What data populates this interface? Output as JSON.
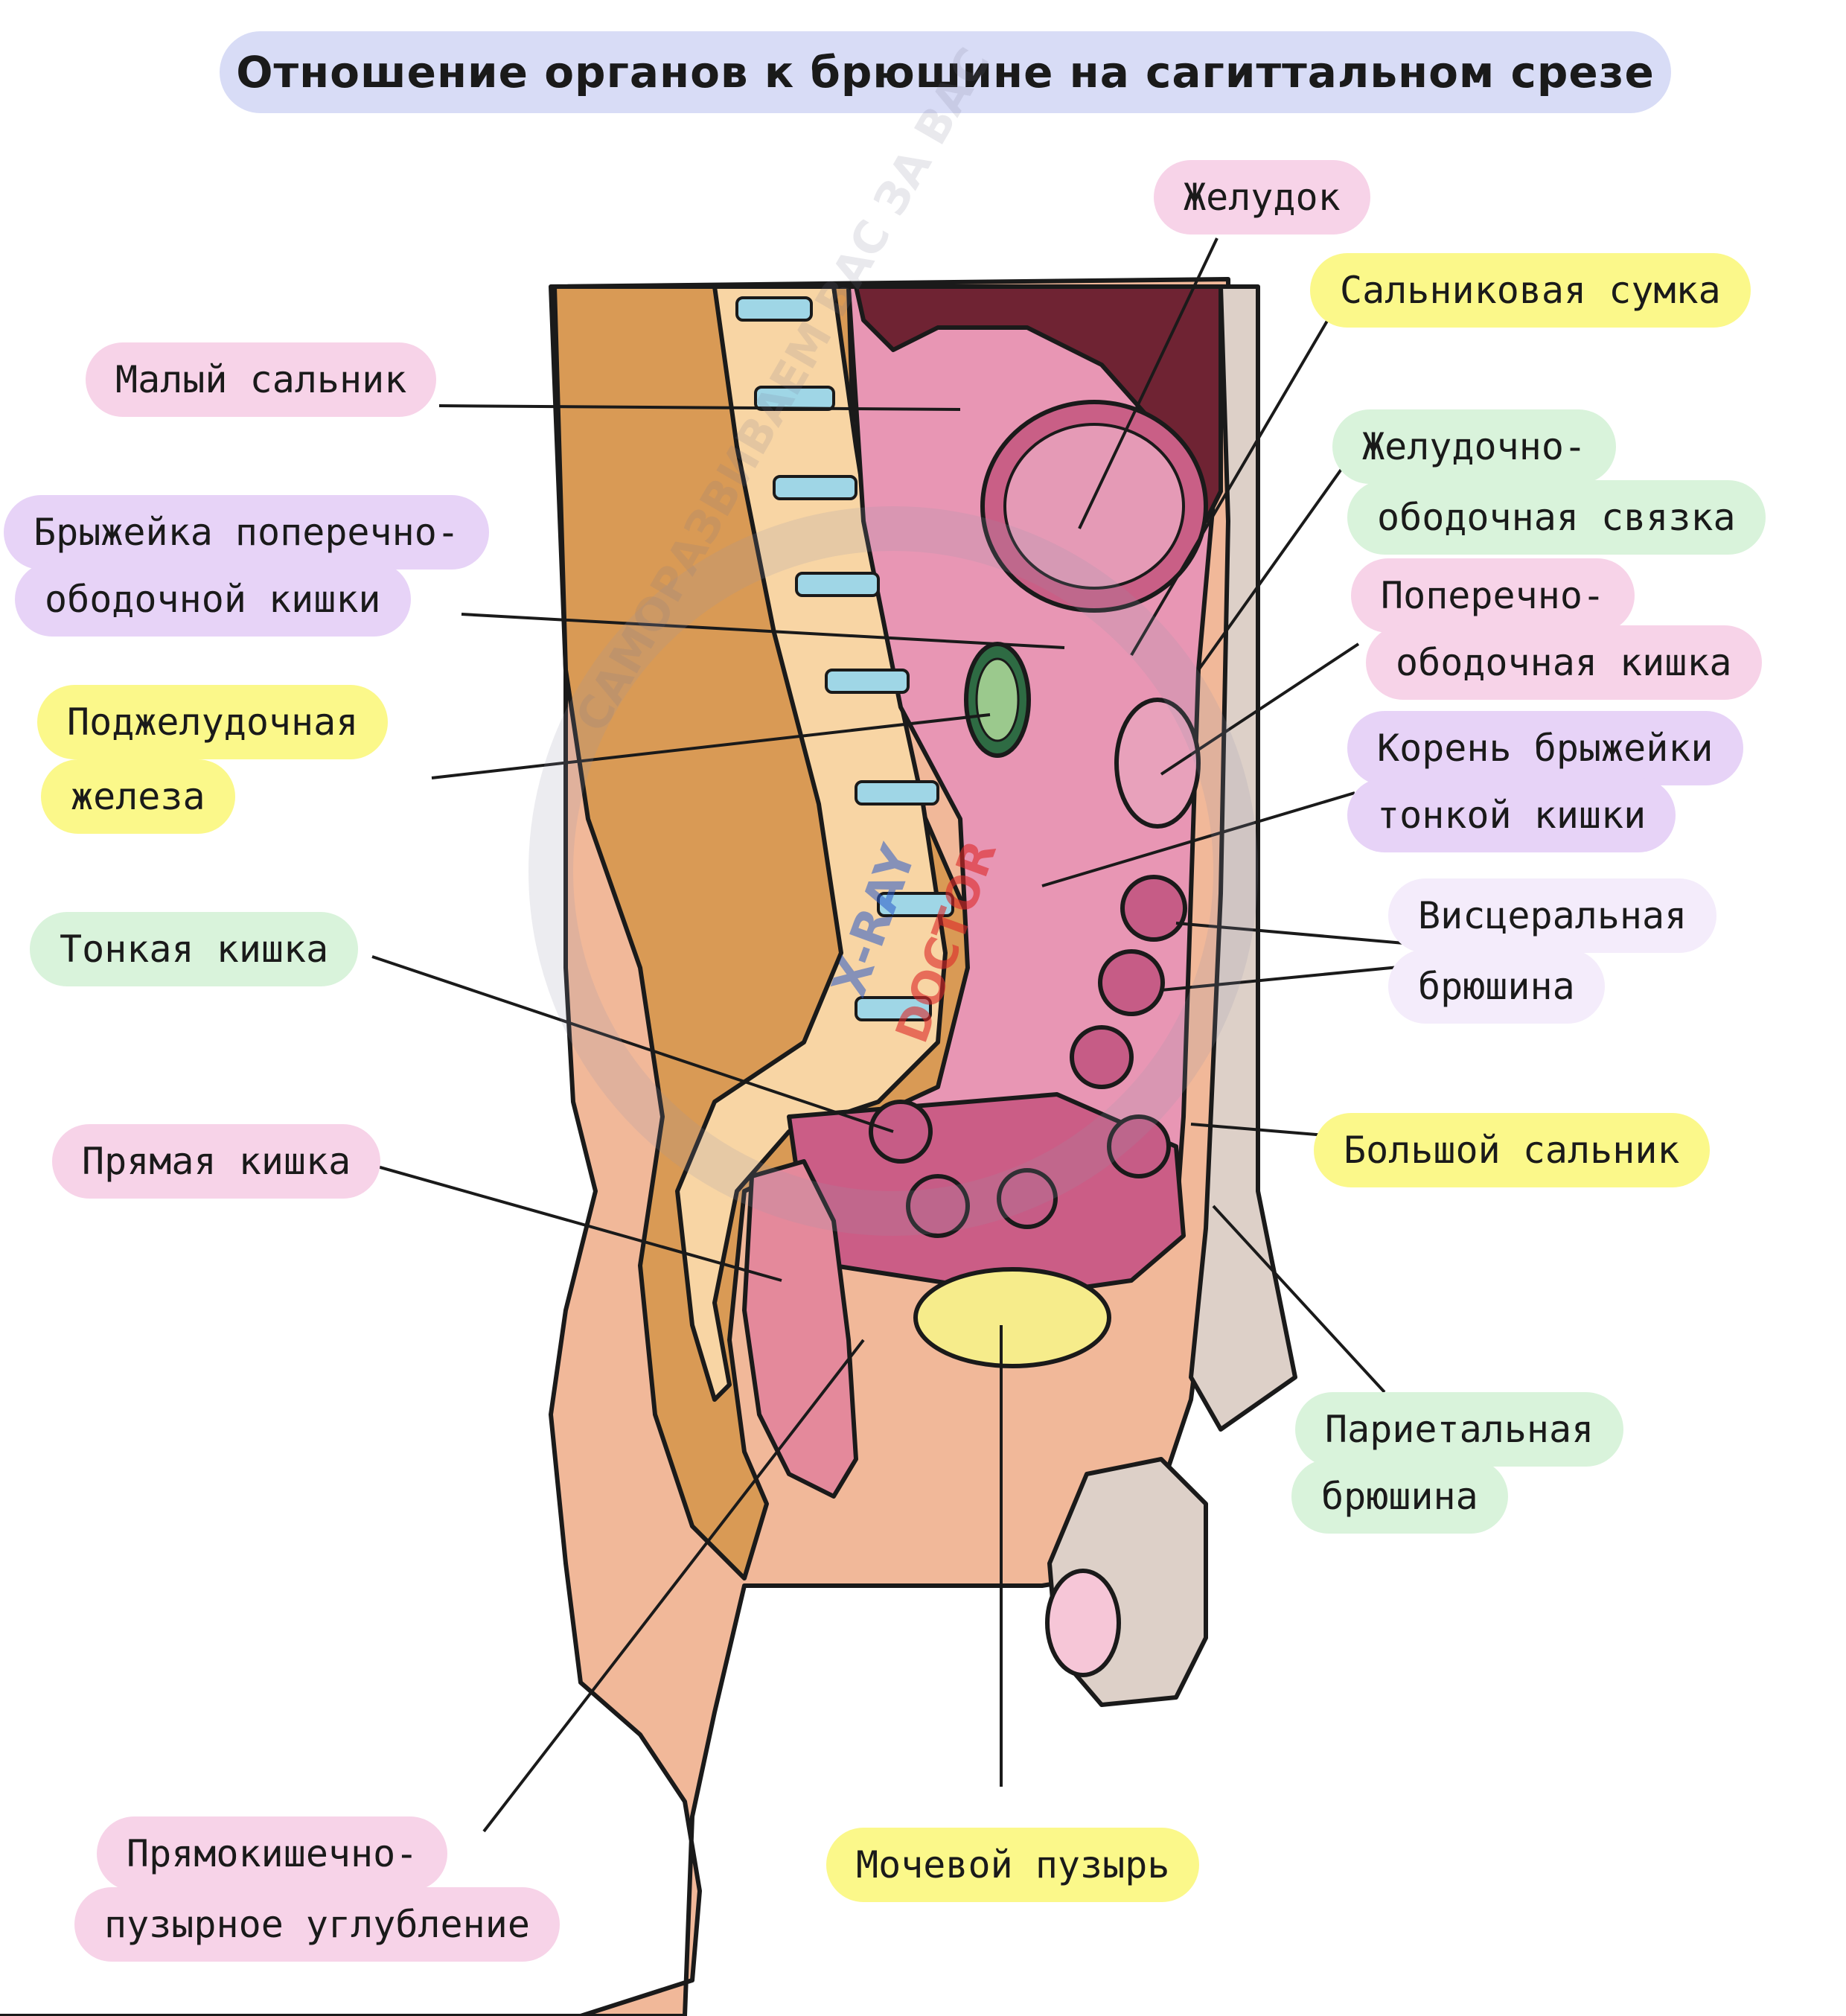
{
  "title": "Отношение органов к брюшине на сагиттальном срезе",
  "labels": {
    "stomach": "Желудок",
    "omental_bursa": "Сальниковая сумка",
    "lesser_omentum": "Малый сальник",
    "gastrocolic_1": "Желудочно-",
    "gastrocolic_2": "ободочная связка",
    "mesocolon_1": "Брыжейка поперечно-",
    "mesocolon_2": "ободочной кишки",
    "transverse_colon_1": "Поперечно-",
    "transverse_colon_2": "ободочная кишка",
    "pancreas_1": "Поджелудочная",
    "pancreas_2": "железа",
    "mesentery_root_1": "Корень брыжейки",
    "mesentery_root_2": "тонкой кишки",
    "small_intestine": "Тонкая кишка",
    "visceral_1": "Висцеральная",
    "visceral_2": "брюшина",
    "rectum": "Прямая кишка",
    "greater_omentum": "Большой сальник",
    "parietal_1": "Париетальная",
    "parietal_2": "брюшина",
    "rectovesical_1": "Прямокишечно-",
    "rectovesical_2": "пузырное углубление",
    "bladder": "Мочевой пузырь"
  },
  "watermark": {
    "arc_text": "САМОРАЗВИВАЕМ ВАС ЗА ВАС",
    "logo_top": "X-RAY",
    "logo_bottom": "DOCTOR"
  },
  "colors": {
    "pink_pill": "#f7d3e8",
    "yellow_pill": "#fbf88a",
    "green_pill": "#d9f3db",
    "violet_pill": "#e7d3f7",
    "lavender_pill": "#f4ecfb",
    "title_pill": "#d8dcf6"
  }
}
